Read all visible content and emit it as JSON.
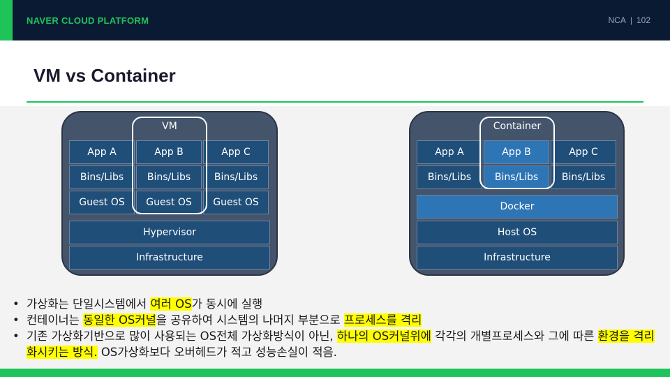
{
  "header": {
    "brand": "NAVER CLOUD PLATFORM",
    "course": "NCA",
    "separator": "|",
    "page": "102"
  },
  "title": "VM vs Container",
  "vm": {
    "label": "VM",
    "apps": [
      "App A",
      "App B",
      "App C"
    ],
    "bins": [
      "Bins/Libs",
      "Bins/Libs",
      "Bins/Libs"
    ],
    "guests": [
      "Guest OS",
      "Guest OS",
      "Guest OS"
    ],
    "hypervisor": "Hypervisor",
    "infrastructure": "Infrastructure"
  },
  "container": {
    "label": "Container",
    "apps": [
      "App A",
      "App B",
      "App C"
    ],
    "bins": [
      "Bins/Libs",
      "Bins/Libs",
      "Bins/Libs"
    ],
    "docker": "Docker",
    "host_os": "Host OS",
    "infrastructure": "Infrastructure"
  },
  "bullets": {
    "b1": {
      "t1": "가상화는 단일시스템에서 ",
      "h1": "여러 OS",
      "t2": "가 동시에 실행"
    },
    "b2": {
      "t1": "컨테이너는 ",
      "h1": "동일한 OS커널",
      "t2": "을 공유하여 시스템의 나머지 부분으로 ",
      "h2": "프로세스를 격리"
    },
    "b3": {
      "t1": "기존 가상화기반으로 많이 사용되는 OS전체 가상화방식이 아닌, ",
      "h1": "하나의 OS커널위에",
      "t2": " 각각의 개별프로세스와 그에 따른 ",
      "h2": "환경을 격리화시키는 방식.",
      "t3": " OS가상화보다 오버헤드가 적고 성능손실이 적음."
    }
  },
  "colors": {
    "accent": "#1ec35a",
    "header_bg": "#0b1a33",
    "box": "#1f4e79",
    "box_highlight": "#2e75b6",
    "highlight": "#ffff00"
  }
}
